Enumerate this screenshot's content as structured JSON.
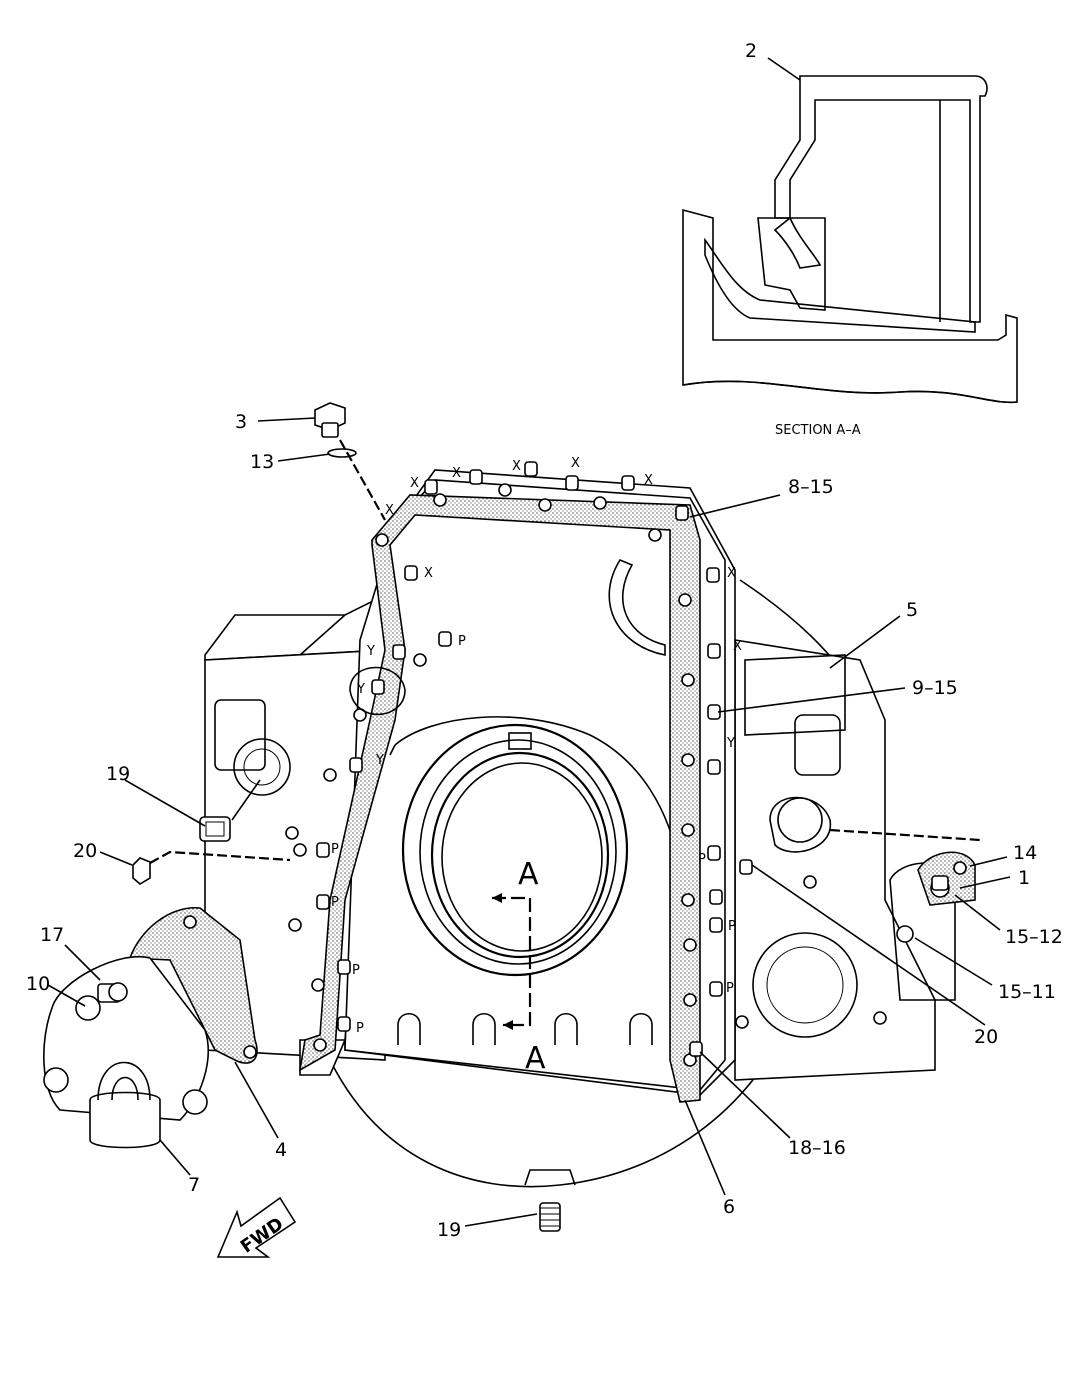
{
  "callouts": [
    {
      "id": "c-2",
      "text": "2"
    },
    {
      "id": "c-3",
      "text": "3"
    },
    {
      "id": "c-13",
      "text": "13"
    },
    {
      "id": "c-8-15",
      "text": "8–15"
    },
    {
      "id": "c-5",
      "text": "5"
    },
    {
      "id": "c-9-15",
      "text": "9–15"
    },
    {
      "id": "c-19a",
      "text": "19"
    },
    {
      "id": "c-20a",
      "text": "20"
    },
    {
      "id": "c-14",
      "text": "14"
    },
    {
      "id": "c-1",
      "text": "1"
    },
    {
      "id": "c-17",
      "text": "17"
    },
    {
      "id": "c-10",
      "text": "10"
    },
    {
      "id": "c-15-12",
      "text": "15–12"
    },
    {
      "id": "c-15-11",
      "text": "15–11"
    },
    {
      "id": "c-20b",
      "text": "20"
    },
    {
      "id": "c-4",
      "text": "4"
    },
    {
      "id": "c-7",
      "text": "7"
    },
    {
      "id": "c-18-16",
      "text": "18–16"
    },
    {
      "id": "c-6",
      "text": "6"
    },
    {
      "id": "c-19b",
      "text": "19"
    }
  ],
  "section_title": "SECTION A–A",
  "section_marker": "A",
  "fwd_label": "FWD",
  "bolt_marks": {
    "x": "X",
    "y": "Y",
    "p": "P"
  }
}
